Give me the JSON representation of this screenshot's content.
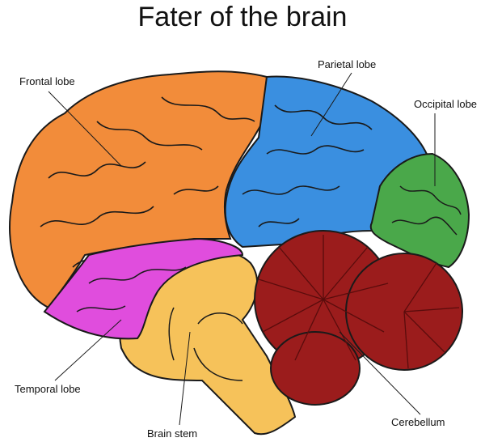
{
  "title": "Fater of the brain",
  "labels": {
    "frontal": "Frontal lobe",
    "parietal": "Parietal lobe",
    "occipital": "Occipital lobe",
    "temporal": "Temporal  lobe",
    "brain_stem": "Brain stem",
    "cerebellum": "Cerebellum"
  },
  "colors": {
    "frontal": "#f28c3a",
    "parietal": "#3a8fe0",
    "occipital": "#4aa84a",
    "temporal": "#e04ddd",
    "brain_stem": "#f6c25a",
    "cerebellum": "#9b1c1c",
    "outline": "#1a1a1a"
  }
}
